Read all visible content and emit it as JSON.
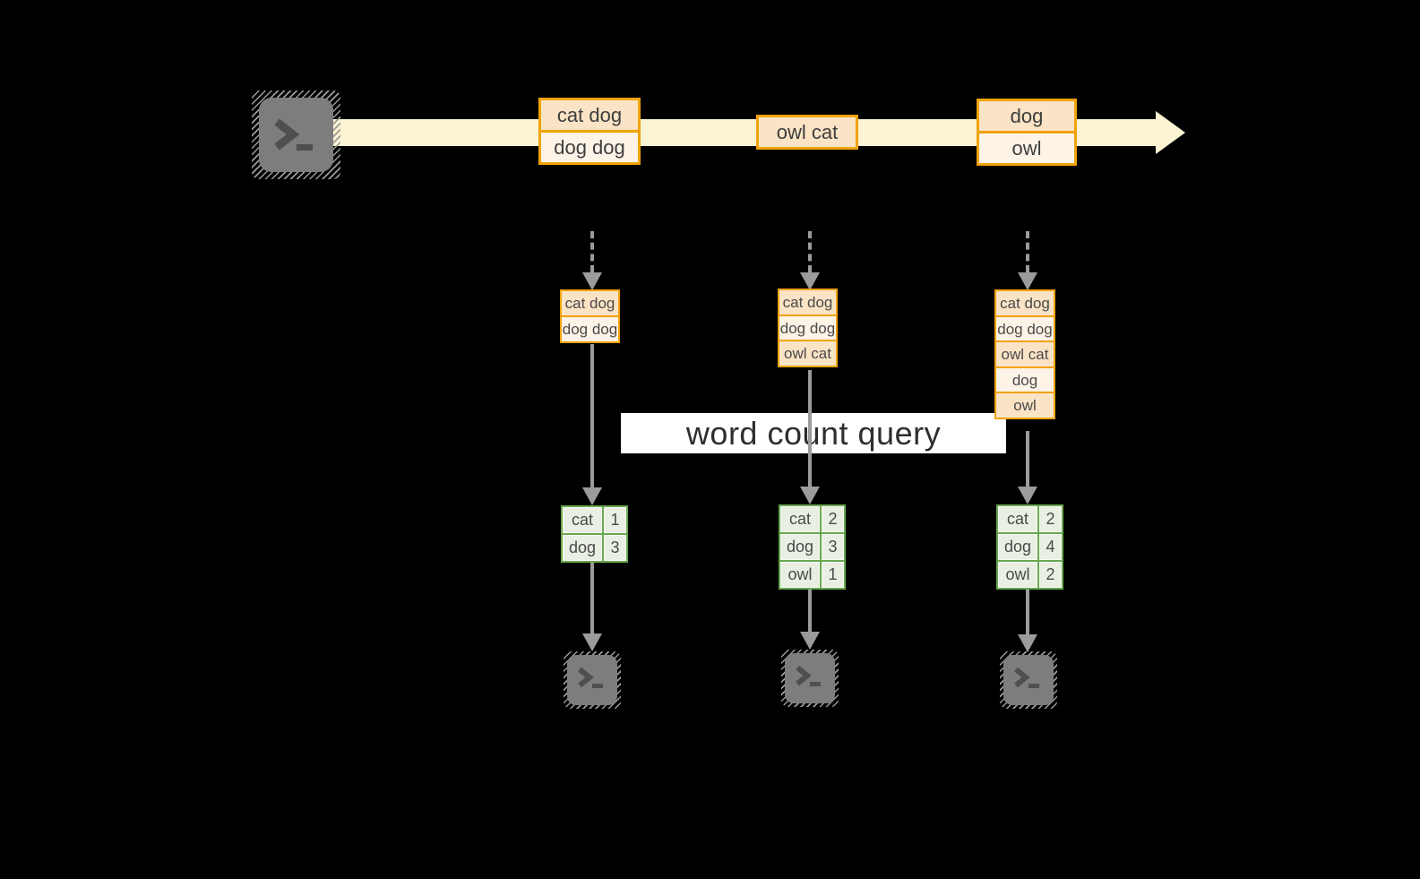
{
  "query": {
    "label": "word count query"
  },
  "stream": {
    "batches": [
      {
        "rows": [
          "cat dog",
          "dog dog"
        ]
      },
      {
        "rows": [
          "owl cat"
        ]
      },
      {
        "rows": [
          "dog",
          "owl"
        ]
      }
    ]
  },
  "columns": [
    {
      "state_rows": [
        "cat dog",
        "dog dog"
      ],
      "counts": [
        {
          "word": "cat",
          "count": "1"
        },
        {
          "word": "dog",
          "count": "3"
        }
      ]
    },
    {
      "state_rows": [
        "cat dog",
        "dog dog",
        "owl cat"
      ],
      "counts": [
        {
          "word": "cat",
          "count": "2"
        },
        {
          "word": "dog",
          "count": "3"
        },
        {
          "word": "owl",
          "count": "1"
        }
      ]
    },
    {
      "state_rows": [
        "cat dog",
        "dog dog",
        "owl cat",
        "dog",
        "owl"
      ],
      "counts": [
        {
          "word": "cat",
          "count": "2"
        },
        {
          "word": "dog",
          "count": "4"
        },
        {
          "word": "owl",
          "count": "2"
        }
      ]
    }
  ],
  "icons": {
    "source": "terminal-icon",
    "sinks": [
      "terminal-icon",
      "terminal-icon",
      "terminal-icon"
    ]
  },
  "colors": {
    "background": "#000000",
    "stream_fill": "#fbf3d2",
    "box_border": "#f0a30a",
    "box_fill_peach": "#fbe3c6",
    "box_fill_cream": "#fdf3e6",
    "table_border": "#6aa84f",
    "table_fill": "#e9efe2",
    "arrow_gray": "#9b9b9b",
    "terminal_gray": "#7d7d7d",
    "query_band": "#ffffff"
  }
}
